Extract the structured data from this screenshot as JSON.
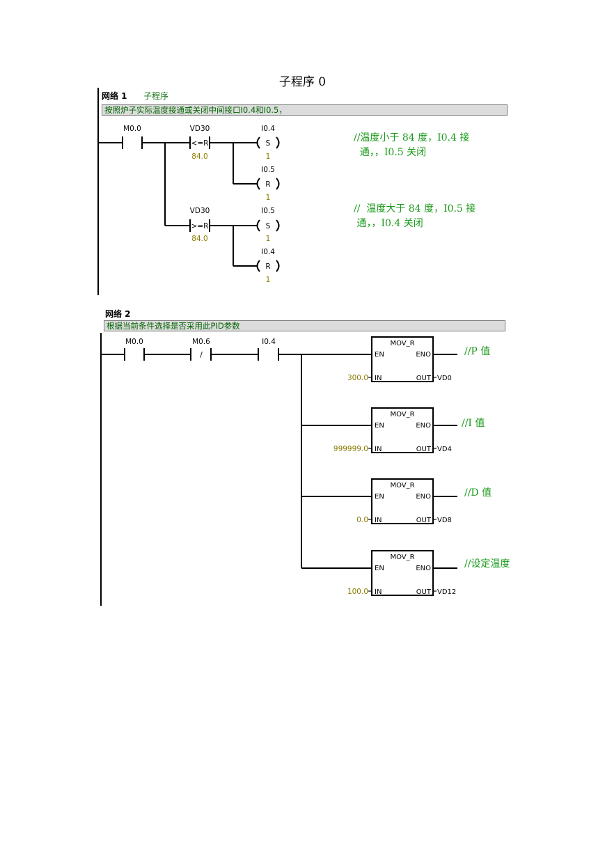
{
  "page": {
    "title": "子程序 0"
  },
  "network1": {
    "label": "网络 1",
    "title": "子程序",
    "comment": "按照炉子实际温度接通或关闭中间接口I0.4和I0.5，",
    "contact_m00": "M0.0",
    "cmp1": {
      "operand": "VD30",
      "op": "<=R",
      "value": "84.0"
    },
    "cmp2": {
      "operand": "VD30",
      "op": ">=R",
      "value": "84.0"
    },
    "coils": [
      {
        "operand": "I0.4",
        "type": "S",
        "n": "1"
      },
      {
        "operand": "I0.5",
        "type": "R",
        "n": "1"
      },
      {
        "operand": "I0.5",
        "type": "S",
        "n": "1"
      },
      {
        "operand": "I0.4",
        "type": "R",
        "n": "1"
      }
    ],
    "annotation1": {
      "line1": "//温度小于 84 度，I0.4 接",
      "line2": "  通，，I0.5 关闭"
    },
    "annotation2": {
      "line1": "//  温度大于 84 度，I0.5 接",
      "line2": " 通，，I0.4 关闭"
    }
  },
  "network2": {
    "label": "网络 2",
    "comment": "根据当前条件选择是否采用此PID参数",
    "contacts": [
      "M0.0",
      "M0.6",
      "I0.4"
    ],
    "not_contact_symbol": "/",
    "blocks": [
      {
        "name": "MOV_R",
        "en": "EN",
        "eno": "ENO",
        "in": "IN",
        "out": "OUT",
        "in_value": "300.0",
        "out_value": "VD0",
        "comment": "//P 值"
      },
      {
        "name": "MOV_R",
        "en": "EN",
        "eno": "ENO",
        "in": "IN",
        "out": "OUT",
        "in_value": "999999.0",
        "out_value": "VD4",
        "comment": "//I 值"
      },
      {
        "name": "MOV_R",
        "en": "EN",
        "eno": "ENO",
        "in": "IN",
        "out": "OUT",
        "in_value": "0.0",
        "out_value": "VD8",
        "comment": "//D 值"
      },
      {
        "name": "MOV_R",
        "en": "EN",
        "eno": "ENO",
        "in": "IN",
        "out": "OUT",
        "in_value": "100.0",
        "out_value": "VD12",
        "comment": "//设定温度"
      }
    ]
  }
}
